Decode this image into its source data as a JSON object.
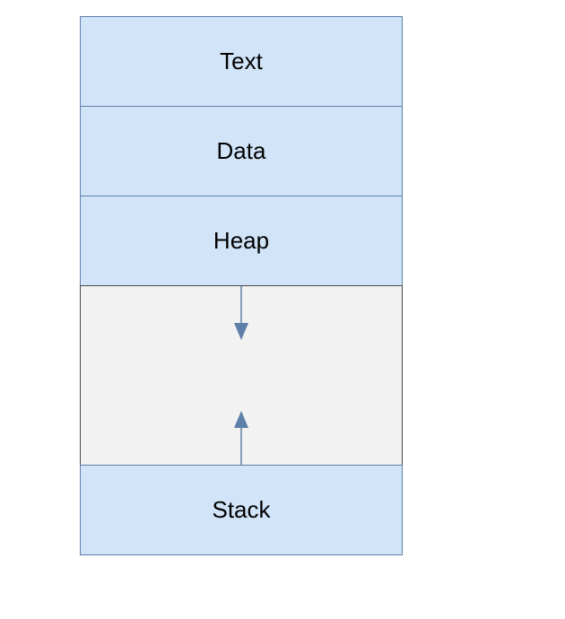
{
  "segments": {
    "text": "Text",
    "data": "Data",
    "heap": "Heap",
    "stack": "Stack"
  },
  "colors": {
    "segment_fill": "#d2e4f8",
    "segment_border": "#5d7fa8",
    "free_fill": "#f2f2f2",
    "free_border": "#4a4a4a",
    "arrow": "#5d7fa8"
  }
}
